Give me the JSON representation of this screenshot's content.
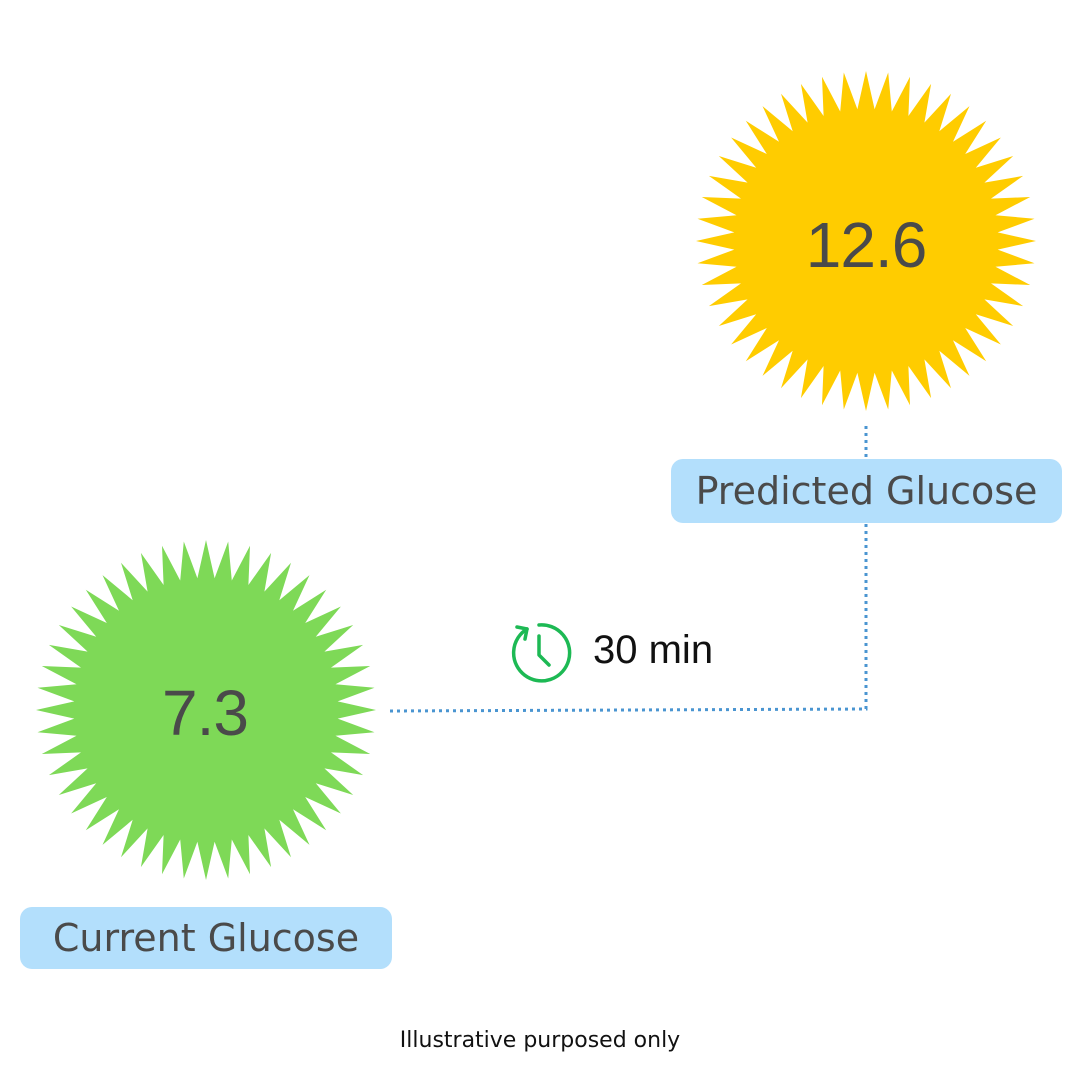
{
  "current": {
    "value": "7.3",
    "label": "Current Glucose",
    "color": "#7ed957"
  },
  "predicted": {
    "value": "12.6",
    "label": "Predicted Glucose",
    "color": "#ffcc00"
  },
  "interval": {
    "text": "30 min",
    "icon": "clock-icon",
    "icon_color": "#1db954"
  },
  "connector": {
    "color": "#4a95d1",
    "style": "dotted"
  },
  "label_background": "#b3dffc",
  "footnote": "Illustrative purposed only"
}
